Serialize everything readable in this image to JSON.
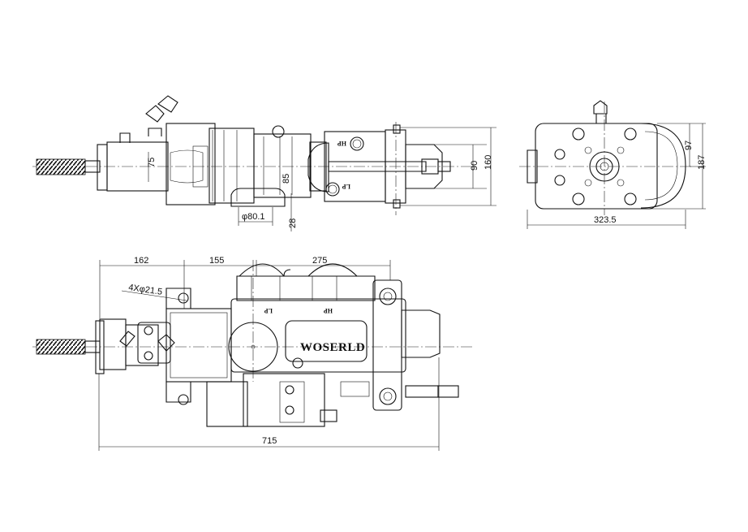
{
  "top_view": {
    "dims": {
      "d75": "75",
      "d85": "85",
      "d80": "φ80.1",
      "d28": "28",
      "d90": "90",
      "d160": "160"
    },
    "marks": {
      "hp": "HP",
      "lp": "LP"
    }
  },
  "side_view": {
    "dims": {
      "d97": "97",
      "d187": "187",
      "d323": "323.5"
    }
  },
  "front_view": {
    "dims": {
      "d162": "162",
      "d155": "155",
      "d275": "275",
      "d715": "715",
      "holes": "4Xφ21.5"
    },
    "marks": {
      "lp": "LP",
      "hp": "HP"
    },
    "brand": "WOSERLD"
  }
}
